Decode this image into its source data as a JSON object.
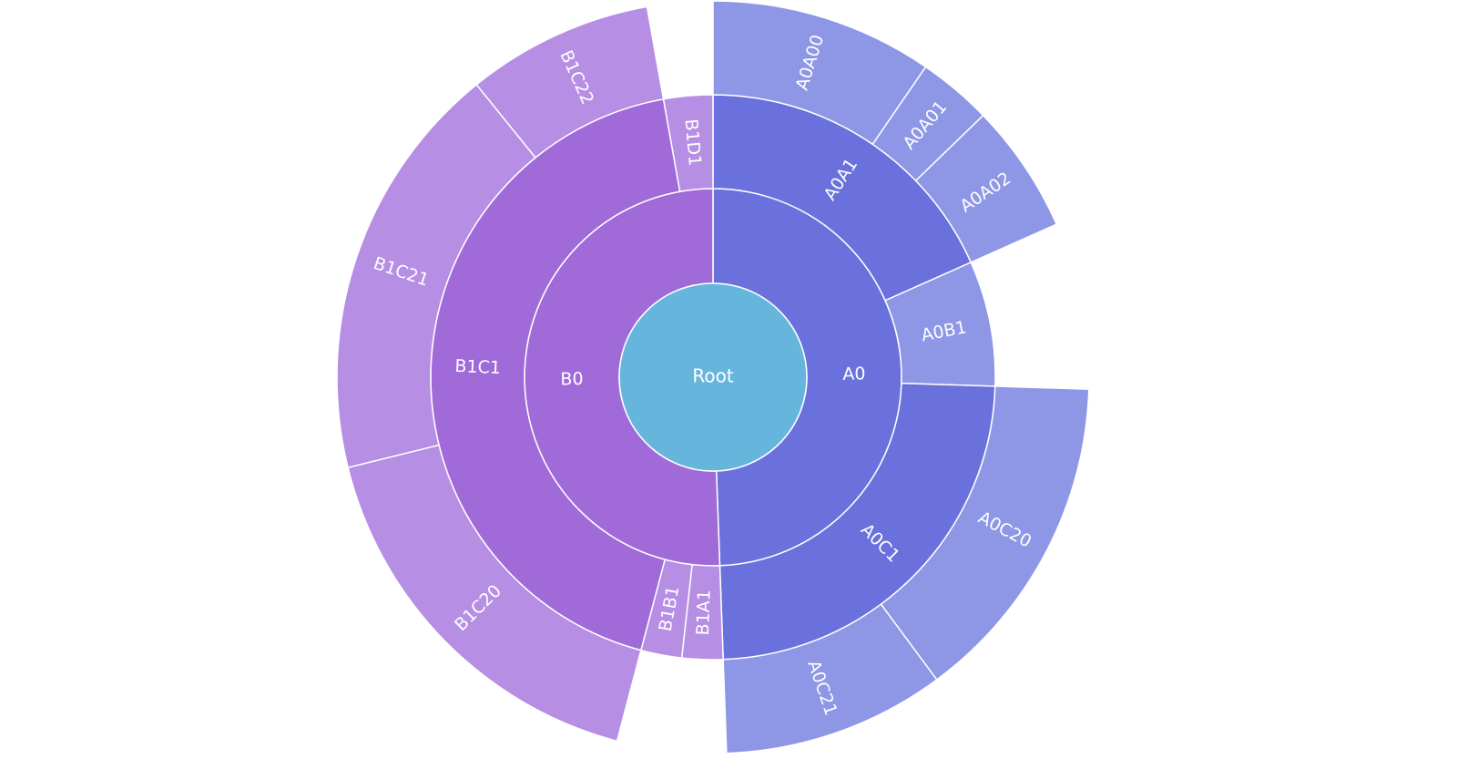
{
  "chart_data": {
    "type": "sunburst",
    "title": "",
    "root": {
      "name": "Root",
      "color": "#66b5dc",
      "children": [
        {
          "name": "A0",
          "value": 43,
          "color": "#6a71dc",
          "children": [
            {
              "name": "A0A1",
              "value": 23,
              "color": "#6a71dc",
              "children": [
                {
                  "name": "A0A00",
                  "value": 12,
                  "color": "#8e96e6"
                },
                {
                  "name": "A0A01",
                  "value": 4,
                  "color": "#8e96e6"
                },
                {
                  "name": "A0A02",
                  "value": 7,
                  "color": "#8e96e6"
                }
              ]
            },
            {
              "name": "A0B1",
              "value": 9,
              "color": "#8e96e6"
            },
            {
              "name": "A0C1",
              "value": 30,
              "color": "#6a71dc",
              "children": [
                {
                  "name": "A0C20",
                  "value": 15,
                  "color": "#8e96e6"
                },
                {
                  "name": "A0C21",
                  "value": 10,
                  "color": "#8e96e6"
                }
              ]
            }
          ]
        },
        {
          "name": "B0",
          "value": 44,
          "color": "#a06ad9",
          "children": [
            {
              "name": "B1A1",
              "value": 2.5,
              "color": "#b68ee4"
            },
            {
              "name": "B1B1",
              "value": 2.5,
              "color": "#b68ee4"
            },
            {
              "name": "B1C1",
              "value": 46,
              "color": "#a06ad9",
              "children": [
                {
                  "name": "B1C20",
                  "value": 17,
                  "color": "#b68ee4"
                },
                {
                  "name": "B1C21",
                  "value": 18,
                  "color": "#b68ee4"
                },
                {
                  "name": "B1C22",
                  "value": 8,
                  "color": "#b68ee4"
                }
              ]
            },
            {
              "name": "B1D1",
              "value": 3,
              "color": "#b68ee4"
            }
          ]
        }
      ]
    }
  }
}
